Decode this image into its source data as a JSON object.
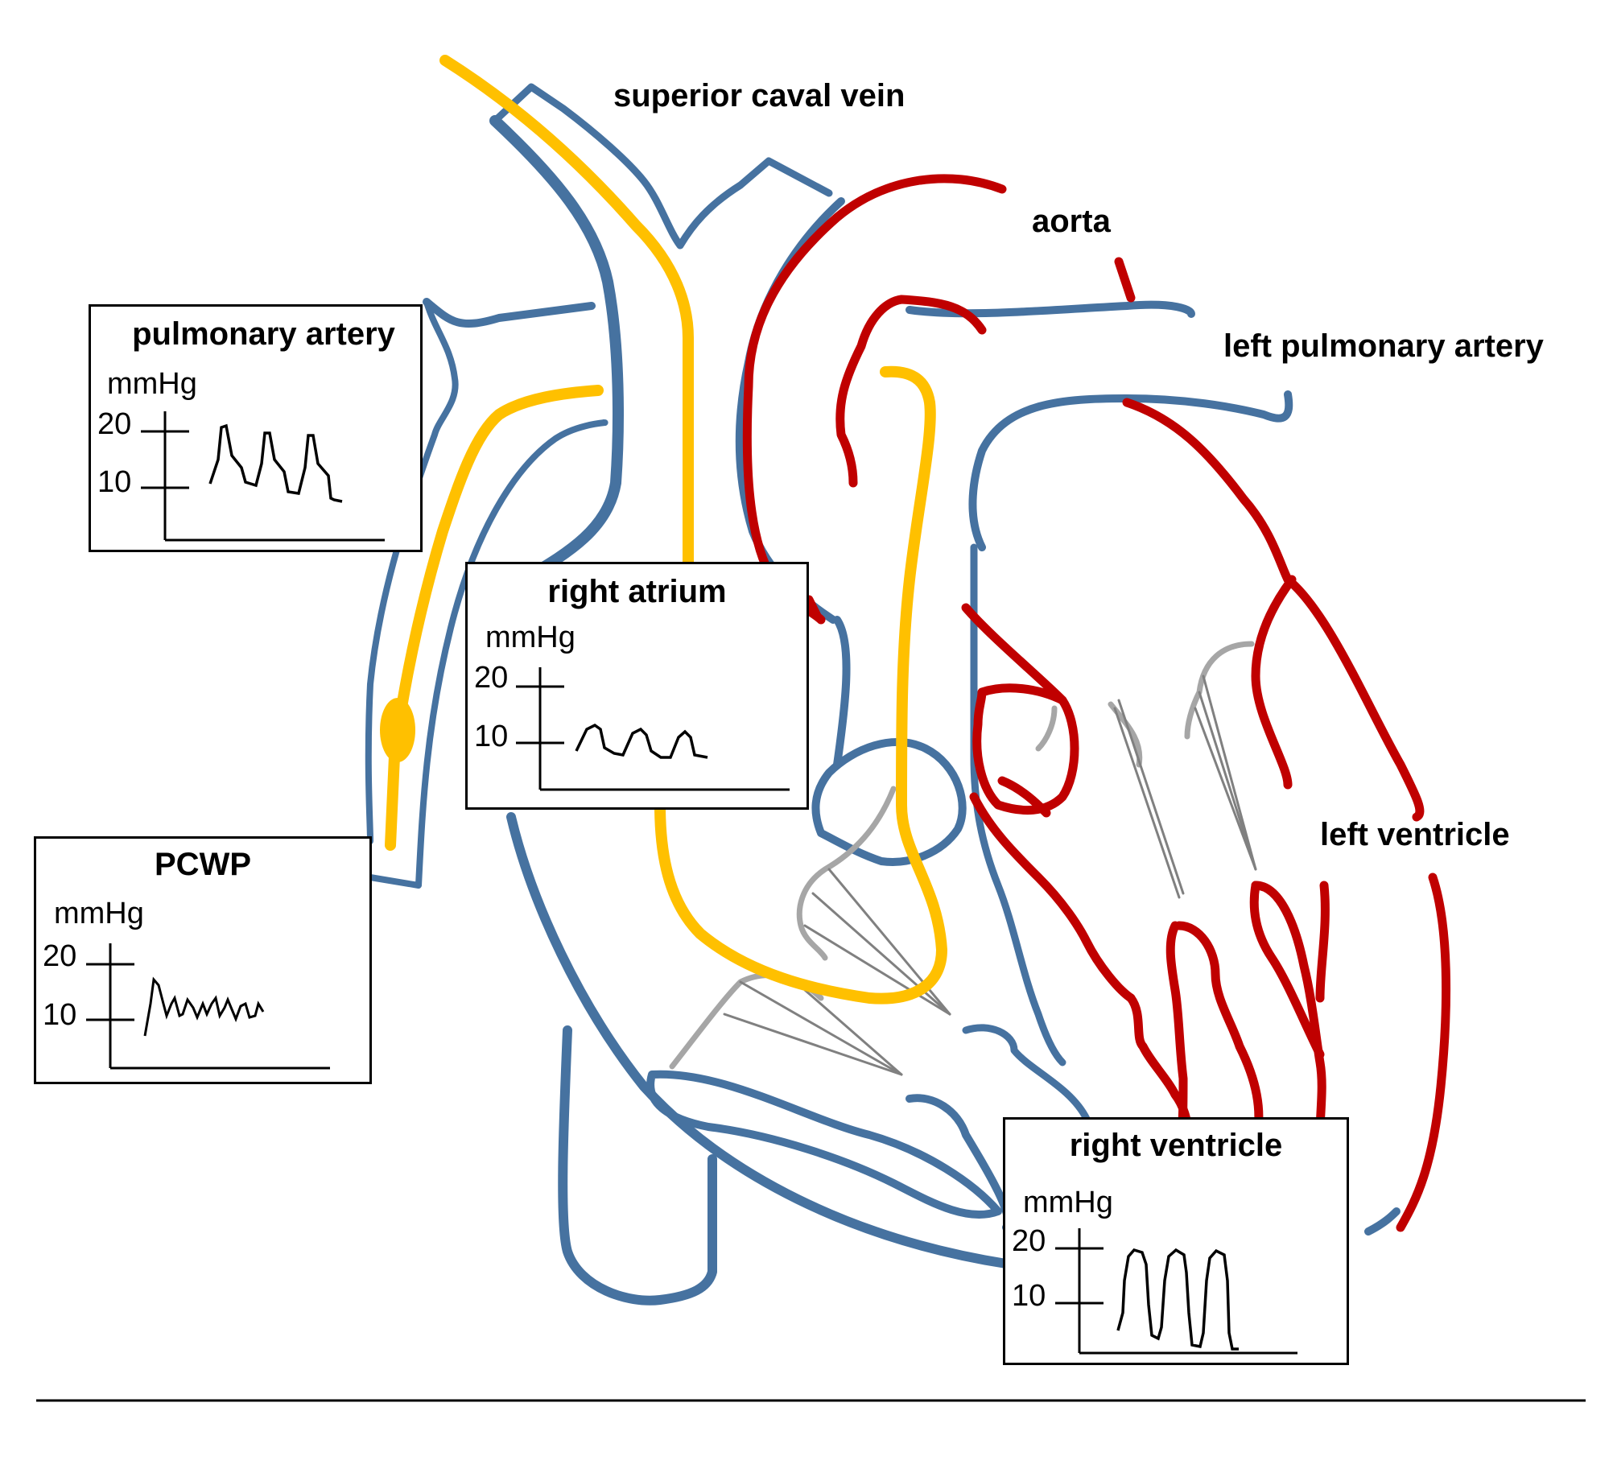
{
  "labels": {
    "superior_caval_vein": "superior caval vein",
    "aorta": "aorta",
    "left_pulmonary_artery": "left pulmonary artery",
    "left_ventricle": "left ventricle"
  },
  "boxes": {
    "pulmonary_artery": {
      "title": "pulmonary artery",
      "unit": "mmHg",
      "tick_high": "20",
      "tick_low": "10"
    },
    "right_atrium": {
      "title": "right atrium",
      "unit": "mmHg",
      "tick_high": "20",
      "tick_low": "10"
    },
    "pcwp": {
      "title": "PCWP",
      "unit": "mmHg",
      "tick_high": "20",
      "tick_low": "10"
    },
    "right_ventricle": {
      "title": "right ventricle",
      "unit": "mmHg",
      "tick_high": "20",
      "tick_low": "10"
    }
  },
  "colors": {
    "vein_blue": "#4672a0",
    "artery_red": "#c00000",
    "catheter_yellow": "#ffc000",
    "chordae_gray": "#a6a6a6",
    "chordae_dark": "#808080"
  }
}
